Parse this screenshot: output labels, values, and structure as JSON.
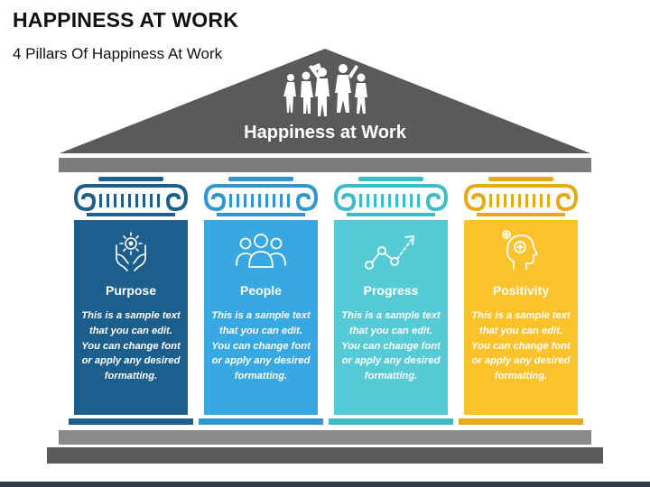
{
  "header": {
    "title": "HAPPINESS AT WORK",
    "subtitle": "4 Pillars Of Happiness At Work"
  },
  "roof": {
    "label": "Happiness at Work",
    "icon": "people-celebrating-icon"
  },
  "pillars": [
    {
      "title": "Purpose",
      "text": "This is a sample text that you can edit. You can change font or apply any desired formatting.",
      "icon": "hands-target-icon",
      "color": "#1d5f8c",
      "accent": "#1d5f8c"
    },
    {
      "title": "People",
      "text": "This is a sample text that you can edit. You can change font or apply any desired formatting.",
      "icon": "group-people-icon",
      "color": "#38a8e2",
      "accent": "#2f96cf"
    },
    {
      "title": "Progress",
      "text": "This is a sample text that you can edit. You can change font or apply any desired formatting.",
      "icon": "progress-line-icon",
      "color": "#56cbd6",
      "accent": "#3dbcc6"
    },
    {
      "title": "Positivity",
      "text": "This is a sample text that you can edit. You can change font or apply any desired formatting.",
      "icon": "positive-mind-icon",
      "color": "#fbc22c",
      "accent": "#e5a91a"
    }
  ],
  "colors": {
    "roof": "#5a5a5a",
    "beam": "#7c7c7c",
    "foundation": "#5a5a5a"
  }
}
